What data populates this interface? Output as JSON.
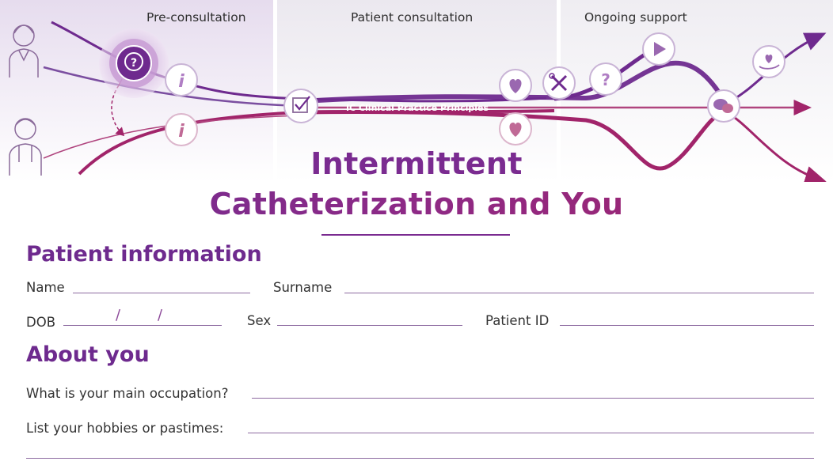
{
  "header": {
    "stages": [
      "Pre-consultation",
      "Patient consultation",
      "Ongoing support"
    ],
    "pathway_label": "IC Clinical Practice Principles"
  },
  "title": {
    "line1": "Intermittent",
    "line2": "Catheterization and You"
  },
  "patient_info": {
    "heading": "Patient information",
    "fields": {
      "name": "Name",
      "surname": "Surname",
      "dob": "DOB",
      "dob_sep1": "/",
      "dob_sep2": "/",
      "sex": "Sex",
      "patient_id": "Patient ID"
    }
  },
  "about": {
    "heading": "About you",
    "q1": "What is your main occupation?",
    "q2": "List your hobbies or pastimes:"
  },
  "icons": [
    "patient-figure-icon",
    "doctor-figure-icon",
    "question-bubble-icon",
    "info-icon",
    "checklist-icon",
    "heart-icon",
    "tools-icon",
    "question-icon",
    "play-icon",
    "chat-icon",
    "hand-heart-icon",
    "arrow-icon"
  ],
  "colors": {
    "purple": "#6e2a8e",
    "magenta": "#a1246a",
    "lavender": "#c9b4d6"
  }
}
